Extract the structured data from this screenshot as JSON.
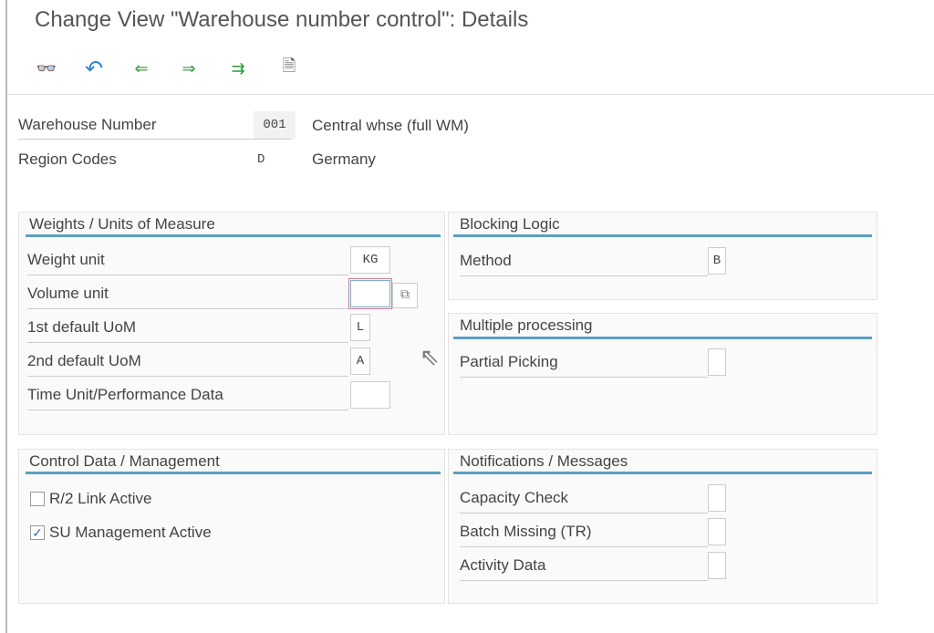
{
  "title": "Change View \"Warehouse number control\": Details",
  "toolbar": [
    "display-change-icon",
    "undo-icon",
    "previous-entry-icon",
    "next-entry-icon",
    "select-icon",
    "print-view-icon"
  ],
  "header": {
    "warehouse_label": "Warehouse Number",
    "warehouse_value": "001",
    "warehouse_desc": "Central whse (full WM)",
    "region_label": "Region Codes",
    "region_value": "D",
    "region_desc": "Germany"
  },
  "weights": {
    "title": "Weights / Units of Measure",
    "rows": [
      {
        "label": "Weight unit",
        "value": "KG"
      },
      {
        "label": "Volume unit",
        "value": ""
      },
      {
        "label": "1st default UoM",
        "value": "L"
      },
      {
        "label": "2nd default UoM",
        "value": "A"
      },
      {
        "label": "Time Unit/Performance Data",
        "value": ""
      }
    ]
  },
  "blocking": {
    "title": "Blocking Logic",
    "method_label": "Method",
    "method_value": "B"
  },
  "multiple": {
    "title": "Multiple processing",
    "partial_label": "Partial Picking",
    "partial_value": ""
  },
  "control": {
    "title": "Control Data / Management",
    "r2_label": "R/2 Link Active",
    "r2_checked": false,
    "su_label": "SU Management Active",
    "su_checked": true
  },
  "notifications": {
    "title": "Notifications / Messages",
    "rows": [
      {
        "label": "Capacity Check",
        "value": ""
      },
      {
        "label": "Batch Missing (TR)",
        "value": ""
      },
      {
        "label": "Activity Data",
        "value": ""
      }
    ]
  }
}
